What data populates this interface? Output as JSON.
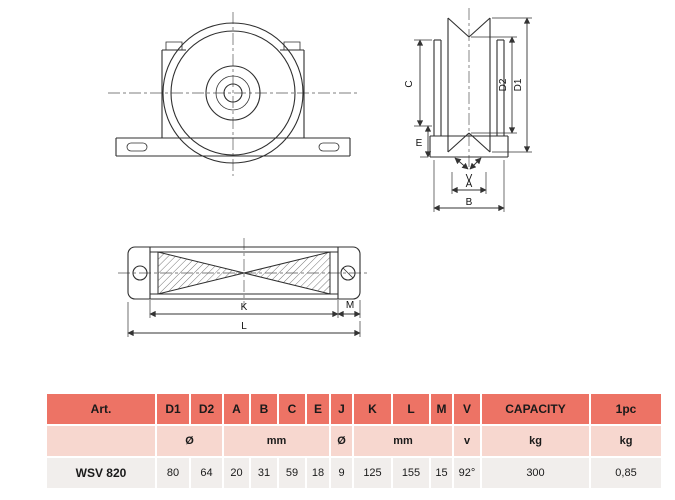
{
  "colors": {
    "header_bg": "#ed7365",
    "units_bg": "#f7d7cf",
    "row_bg": "#f1eeec",
    "line": "#2f2f2f"
  },
  "labels": {
    "section": {
      "c": "C",
      "d2": "D2",
      "d1": "D1",
      "e": "E",
      "v": "V",
      "a": "A",
      "b": "B"
    },
    "plan": {
      "k": "K",
      "m": "M",
      "l": "L"
    }
  },
  "table": {
    "header": [
      "Art.",
      "D1",
      "D2",
      "A",
      "B",
      "C",
      "E",
      "J",
      "K",
      "L",
      "M",
      "V",
      "CAPACITY",
      "1pc"
    ],
    "units": [
      "",
      "Ø",
      "mm",
      "Ø",
      "mm",
      "v",
      "kg",
      "kg"
    ],
    "row": [
      "WSV 820",
      "80",
      "64",
      "20",
      "31",
      "59",
      "18",
      "9",
      "125",
      "155",
      "15",
      "92°",
      "300",
      "0,85"
    ]
  }
}
